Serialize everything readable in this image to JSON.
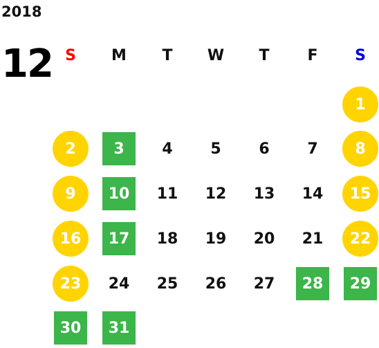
{
  "calendar": {
    "year": "2018",
    "month": "12",
    "weekdays": [
      {
        "label": "S",
        "color": "#ff0000"
      },
      {
        "label": "M",
        "color": "#111111"
      },
      {
        "label": "T",
        "color": "#111111"
      },
      {
        "label": "W",
        "color": "#111111"
      },
      {
        "label": "T",
        "color": "#111111"
      },
      {
        "label": "F",
        "color": "#111111"
      },
      {
        "label": "S",
        "color": "#0000dd"
      }
    ],
    "colors": {
      "weekend_circle": "#ffd400",
      "holiday_square": "#3cb54a",
      "weekday_text": "#111111",
      "marked_text": "#ffffff"
    },
    "days": [
      {
        "day": "1",
        "style": "weekend"
      },
      {
        "day": "2",
        "style": "weekend"
      },
      {
        "day": "3",
        "style": "holiday"
      },
      {
        "day": "4",
        "style": "plain"
      },
      {
        "day": "5",
        "style": "plain"
      },
      {
        "day": "6",
        "style": "plain"
      },
      {
        "day": "7",
        "style": "plain"
      },
      {
        "day": "8",
        "style": "weekend"
      },
      {
        "day": "9",
        "style": "weekend"
      },
      {
        "day": "10",
        "style": "holiday"
      },
      {
        "day": "11",
        "style": "plain"
      },
      {
        "day": "12",
        "style": "plain"
      },
      {
        "day": "13",
        "style": "plain"
      },
      {
        "day": "14",
        "style": "plain"
      },
      {
        "day": "15",
        "style": "weekend"
      },
      {
        "day": "16",
        "style": "weekend"
      },
      {
        "day": "17",
        "style": "holiday"
      },
      {
        "day": "18",
        "style": "plain"
      },
      {
        "day": "19",
        "style": "plain"
      },
      {
        "day": "20",
        "style": "plain"
      },
      {
        "day": "21",
        "style": "plain"
      },
      {
        "day": "22",
        "style": "weekend"
      },
      {
        "day": "23",
        "style": "weekend"
      },
      {
        "day": "24",
        "style": "plain"
      },
      {
        "day": "25",
        "style": "plain"
      },
      {
        "day": "26",
        "style": "plain"
      },
      {
        "day": "27",
        "style": "plain"
      },
      {
        "day": "28",
        "style": "holiday"
      },
      {
        "day": "29",
        "style": "holiday"
      },
      {
        "day": "30",
        "style": "holiday"
      },
      {
        "day": "31",
        "style": "holiday"
      }
    ]
  }
}
